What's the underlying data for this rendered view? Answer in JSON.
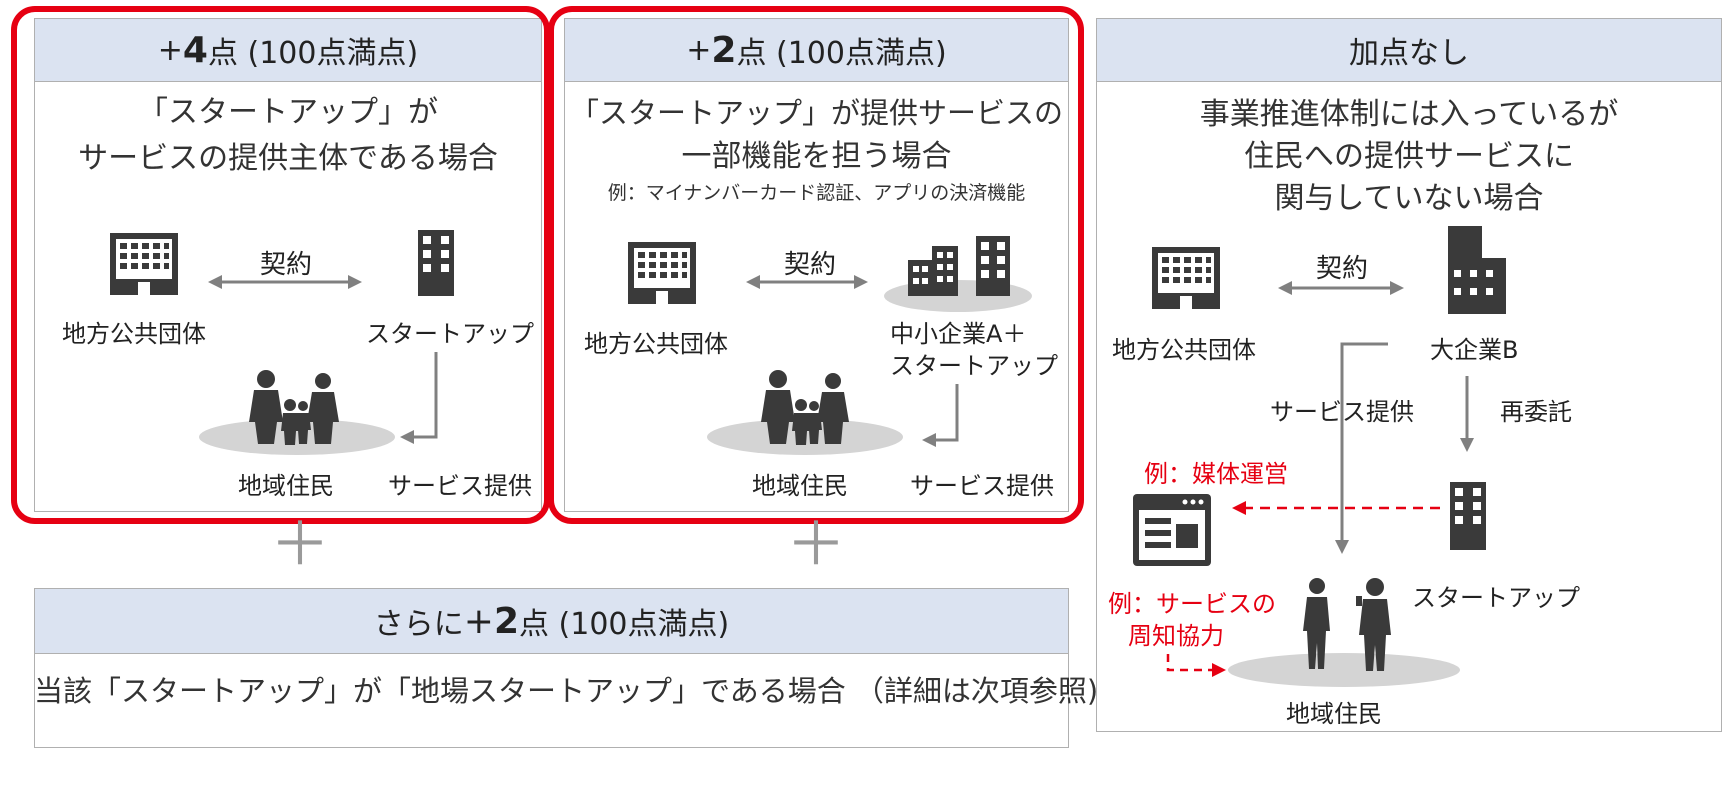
{
  "colors": {
    "header_bg": "#dbe3f1",
    "red_frame": "#e60012",
    "icon_gray": "#3a3a3a",
    "arrow_gray": "#808080",
    "shadow": "#d4d4d4"
  },
  "panel1": {
    "header_prefix": "+",
    "header_points": "4",
    "header_suffix": "点 (100点満点)",
    "desc_line1": "「スタートアップ」が",
    "desc_line2": "サービスの提供主体である場合",
    "contract": "契約",
    "left_label": "地方公共団体",
    "right_label": "スタートアップ",
    "residents": "地域住民",
    "service": "サービス提供"
  },
  "panel2": {
    "header_prefix": "+",
    "header_points": "2",
    "header_suffix": "点 (100点満点)",
    "desc_line1": "「スタートアップ」が提供サービスの",
    "desc_line2": "一部機能を担う場合",
    "example": "例：マイナンバーカード認証、アプリの決済機能",
    "contract": "契約",
    "left_label": "地方公共団体",
    "right_label_1": "中小企業A＋",
    "right_label_2": "スタートアップ",
    "residents": "地域住民",
    "service": "サービス提供"
  },
  "panel3": {
    "header": "加点なし",
    "desc_line1": "事業推進体制には入っているが",
    "desc_line2": "住民への提供サービスに",
    "desc_line3": "関与していない場合",
    "contract": "契約",
    "left_label": "地方公共団体",
    "right_label": "大企業B",
    "service": "サービス提供",
    "resubcontract": "再委託",
    "example_media": "例：媒体運営",
    "example_notice_1": "例：サービスの",
    "example_notice_2": "周知協力",
    "startup": "スタートアップ",
    "residents": "地域住民"
  },
  "plus_sign": "＋",
  "panel4": {
    "header_prefix": "さらに",
    "header_plus": "+",
    "header_points": "2",
    "header_suffix": "点 (100点満点)",
    "desc": "当該「スタートアップ」が「地場スタートアップ」である場合 （詳細は次項参照)"
  }
}
